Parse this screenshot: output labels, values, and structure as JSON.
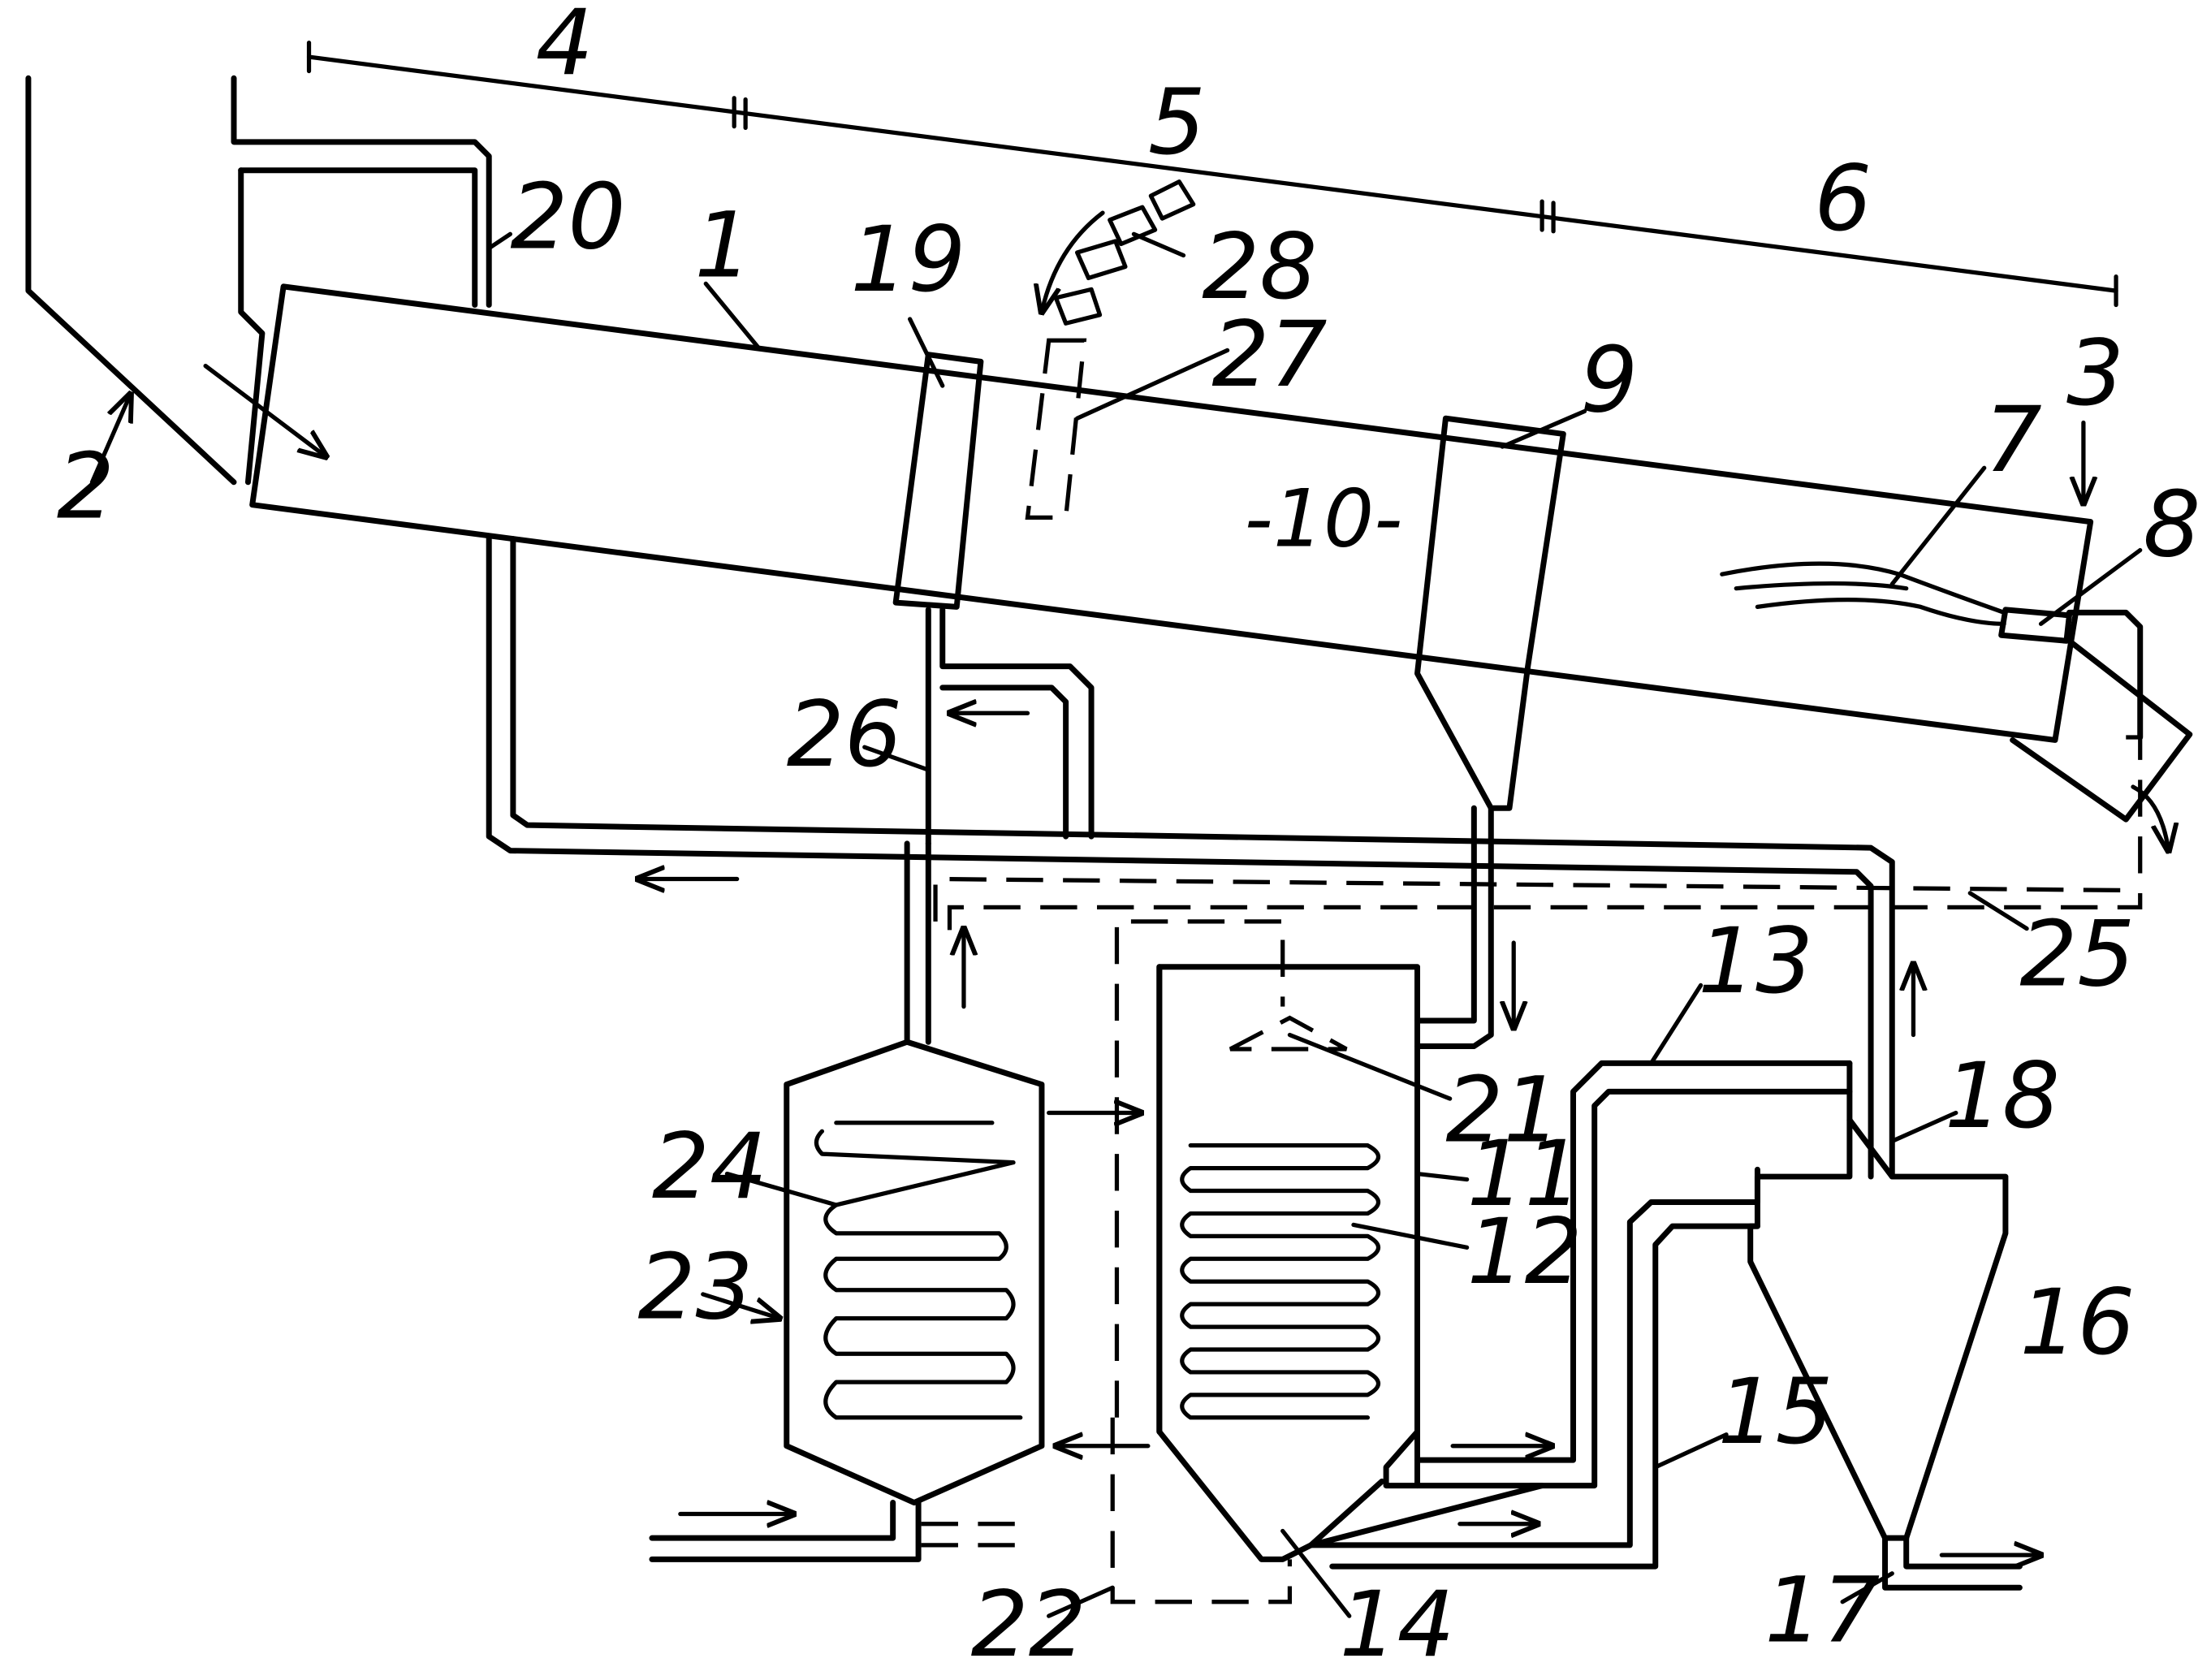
{
  "labels": {
    "n1": "1",
    "n2": "2",
    "n3": "3",
    "n4": "4",
    "n5": "5",
    "n6": "6",
    "n7": "7",
    "n8": "8",
    "n9": "9",
    "n10": "-10-",
    "n11": "11",
    "n12": "12",
    "n13": "13",
    "n14": "14",
    "n15": "15",
    "n16": "16",
    "n17": "17",
    "n18": "18",
    "n19": "19",
    "n20": "20",
    "n21": "21",
    "n22": "22",
    "n23": "23",
    "n24": "24",
    "n25": "25",
    "n26": "26",
    "n27": "27",
    "n28": "28"
  }
}
